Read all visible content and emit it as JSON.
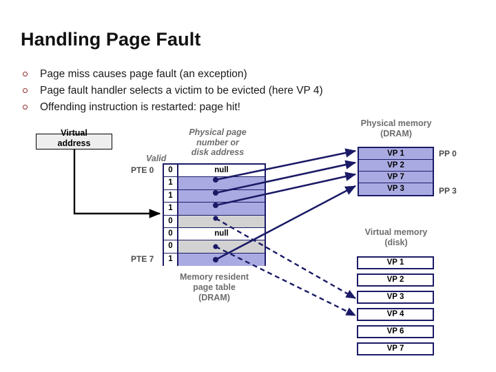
{
  "slide": {
    "title": "Handling Page Fault",
    "bullets": [
      "Page miss causes page fault (an exception)",
      "Page fault handler selects a victim to be evicted (here VP 4)",
      "Offending instruction is restarted: page hit!"
    ],
    "bullet_marker_color": "#8c2b2b"
  },
  "diagram": {
    "virtual_address_label": "Virtual\naddress",
    "virtual_address_line1": "Virtual",
    "virtual_address_line2": "address",
    "valid_header": "Valid",
    "ppn_header_line1": "Physical page",
    "ppn_header_line2": "number or",
    "ppn_header_line3": "disk address",
    "pte_first_label": "PTE 0",
    "pte_last_label": "PTE 7",
    "page_table_caption_line1": "Memory resident",
    "page_table_caption_line2": "page table",
    "page_table_caption_line3": "(DRAM)",
    "page_table": {
      "rows": [
        {
          "valid": "0",
          "value": "null",
          "fill": "white",
          "has_pointer": false
        },
        {
          "valid": "1",
          "value": "",
          "fill": "blue",
          "has_pointer": true
        },
        {
          "valid": "1",
          "value": "",
          "fill": "blue",
          "has_pointer": true
        },
        {
          "valid": "1",
          "value": "",
          "fill": "blue",
          "has_pointer": true
        },
        {
          "valid": "0",
          "value": "",
          "fill": "gray",
          "has_pointer": true
        },
        {
          "valid": "0",
          "value": "null",
          "fill": "white",
          "has_pointer": false
        },
        {
          "valid": "0",
          "value": "",
          "fill": "gray",
          "has_pointer": true
        },
        {
          "valid": "1",
          "value": "",
          "fill": "blue",
          "has_pointer": true
        }
      ]
    },
    "physical_memory": {
      "caption_line1": "Physical memory",
      "caption_line2": "(DRAM)",
      "frames": [
        "VP 1",
        "VP 2",
        "VP 7",
        "VP 3"
      ],
      "first_frame_label": "PP 0",
      "last_frame_label": "PP 3"
    },
    "virtual_memory": {
      "caption_line1": "Virtual memory",
      "caption_line2": "(disk)",
      "pages": [
        "VP 1",
        "VP 2",
        "VP 3",
        "VP 4",
        "VP 6",
        "VP 7"
      ]
    },
    "colors": {
      "resident_fill": "#aaaae2",
      "nonresident_fill": "#d2d2d2",
      "border_navy": "#1a1a66",
      "caption_gray": "#6d6d6d"
    }
  }
}
